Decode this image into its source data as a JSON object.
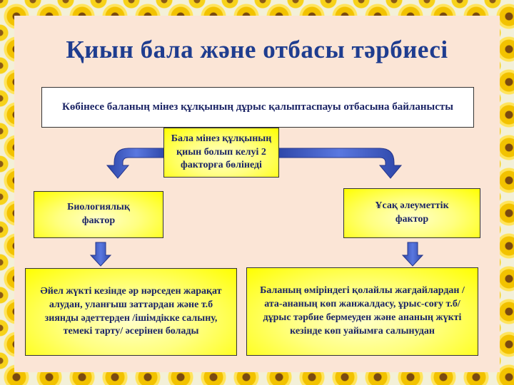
{
  "title": "Қиын бала және отбасы тәрбиесі",
  "top_box": "Көбінесе баланың мінез құлқының дұрыс қалыптаспауы отбасына байланысты",
  "center_box": "Бала мінез құлқының қиын болып келуі  2 факторға бөлінеді",
  "left_factor": "Биологиялық фактор",
  "right_factor": "Ұсақ әлеуметтік фактор",
  "left_detail": "Әйел жүкті кезінде әр нәрседен жарақат алудан, уланғыш заттардан және т.б зиянды әдеттерден /ішімдікке салыну, темекі тарту/ әсерінен болады",
  "right_detail": "Баланың өміріндегі қолайлы жағдайлардан /ата-ананың көп жанжалдасу, ұрыс-соғу т.б/ дұрыс тәрбие бермеуден және ананың  жүкті кезінде көп уайымға салынудан",
  "colors": {
    "title": "#1f3d8f",
    "arrow": "#3f5fc8",
    "text": "#1c2565"
  }
}
